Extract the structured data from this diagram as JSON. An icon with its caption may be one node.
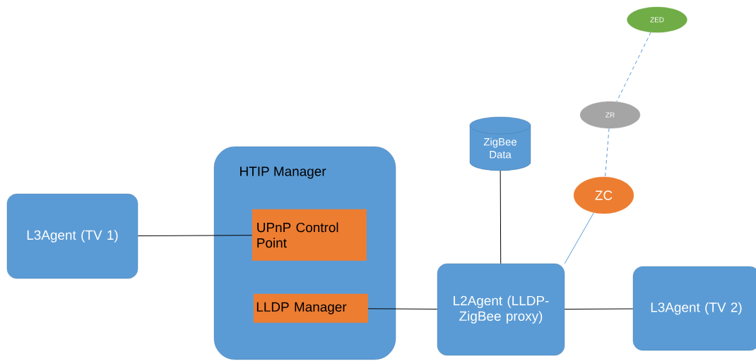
{
  "diagram": {
    "nodes": [
      {
        "text": [
          "L3Agent (TV 1)"
        ]
      },
      {
        "text": [
          "HTIP Manager"
        ]
      },
      {
        "text": [
          "UPnP Control Point"
        ],
        "in": 1
      },
      {
        "text": [
          "LLDP Manager"
        ],
        "in": 1
      },
      {
        "text": [
          "ZigBee Data"
        ]
      },
      {
        "text": [
          "ZED"
        ]
      },
      {
        "text": [
          "ZR"
        ]
      },
      {
        "text": [
          "ZC"
        ]
      },
      {
        "text": [
          "L2Agent (LLDP-ZigBee proxy)"
        ]
      },
      {
        "text": [
          "L3Agent (TV 2)"
        ]
      }
    ],
    "edges": [
      {
        "from": 0,
        "to": 2,
        "arrow": "none"
      },
      {
        "from": 3,
        "to": 8,
        "arrow": "none"
      },
      {
        "from": 4,
        "to": 8,
        "arrow": "none"
      },
      {
        "from": 7,
        "to": 8,
        "arrow": "none",
        "color": "#5b9bd5"
      },
      {
        "from": 6,
        "to": 7,
        "arrow": "none",
        "style": "dashed",
        "color": "#5b9bd5"
      },
      {
        "from": 5,
        "to": 6,
        "arrow": "none",
        "style": "dashed",
        "color": "#5b9bd5"
      },
      {
        "from": 8,
        "to": 9,
        "arrow": "none"
      }
    ]
  }
}
